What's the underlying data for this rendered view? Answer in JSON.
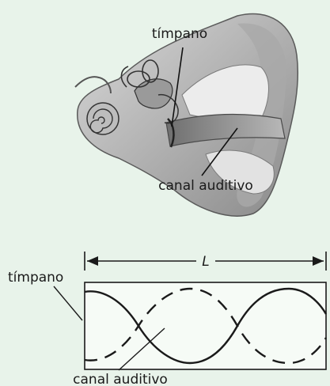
{
  "ear_illustration": {
    "label_eardrum": "tímpano",
    "label_canal": "canal auditivo"
  },
  "tube_diagram": {
    "label_eardrum": "tímpano",
    "label_length": "L",
    "label_canal": "canal auditivo"
  },
  "colors": {
    "background": "#e8f3ea",
    "tube_fill": "#f6fbf6",
    "line": "#1a1a1a"
  }
}
